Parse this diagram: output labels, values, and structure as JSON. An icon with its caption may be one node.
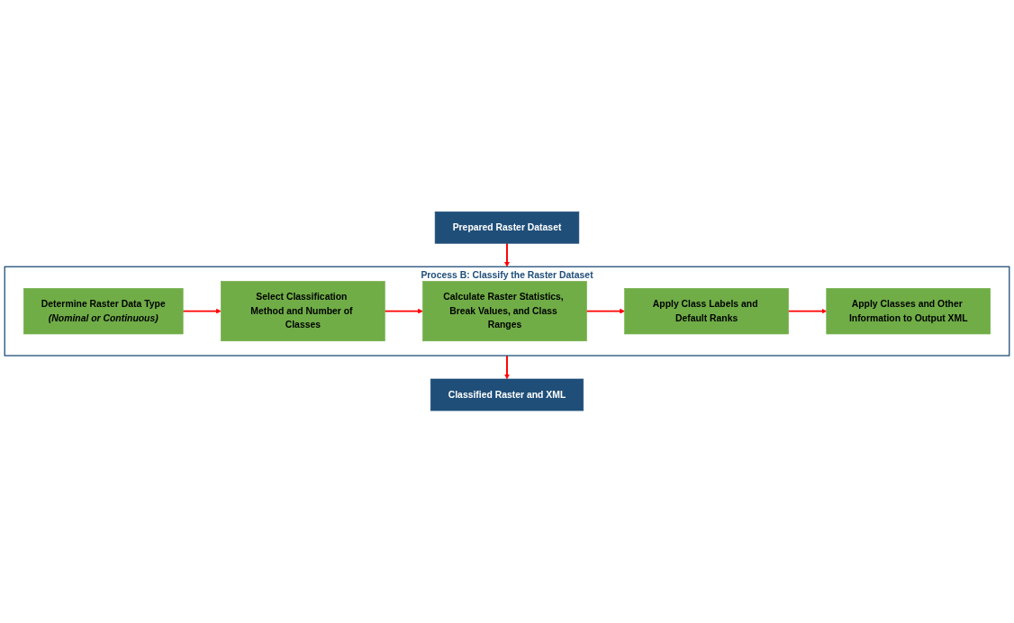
{
  "diagram": {
    "nodes": [
      {
        "text": [
          "Prepared Raster Dataset"
        ]
      },
      {
        "text": [
          "Process B: Classify the Raster Dataset"
        ]
      },
      {
        "text": [
          "Determine Raster Data Type",
          "(Nominal or Continuous)"
        ],
        "in": 1
      },
      {
        "text": [
          "Select Classification Method and Number of Classes"
        ],
        "in": 1
      },
      {
        "text": [
          "Calculate Raster Statistics, Break Values, and Class Ranges"
        ],
        "in": 1
      },
      {
        "text": [
          "Apply Class Labels and Default Ranks"
        ],
        "in": 1
      },
      {
        "text": [
          "Apply Classes and Other Information to Output XML"
        ],
        "in": 1
      },
      {
        "text": [
          "Classified Raster and XML"
        ]
      }
    ],
    "edges": [
      {
        "from": 0,
        "to": 1,
        "arrow": "to"
      },
      {
        "from": 2,
        "to": 3,
        "arrow": "to"
      },
      {
        "from": 3,
        "to": 4,
        "arrow": "to"
      },
      {
        "from": 4,
        "to": 5,
        "arrow": "to"
      },
      {
        "from": 5,
        "to": 6,
        "arrow": "to"
      },
      {
        "from": 1,
        "to": 7,
        "arrow": "to"
      }
    ]
  }
}
